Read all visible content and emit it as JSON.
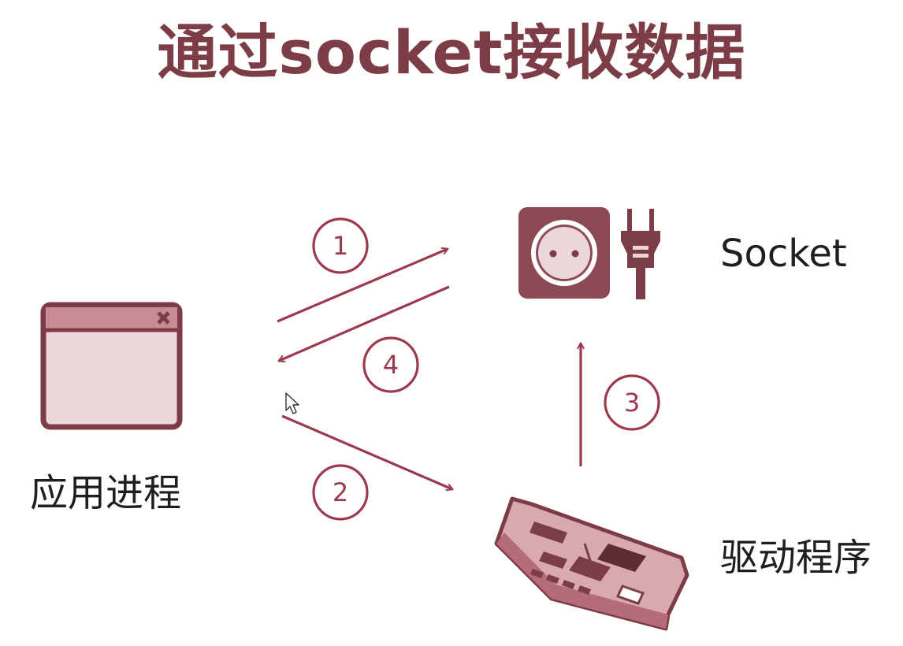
{
  "title": "通过socket接收数据",
  "colors": {
    "accent": "#9b3a4e",
    "accent_dark": "#7d3d47",
    "fill_light": "#ecd6d9",
    "fill_mid": "#d8a9b0",
    "text": "#1f1f1f"
  },
  "nodes": {
    "app_process": {
      "label": "应用进程",
      "icon": "application-window-icon"
    },
    "socket": {
      "label": "Socket",
      "icon": "power-socket-plug-icon"
    },
    "driver": {
      "label": "驱动程序",
      "icon": "network-card-icon"
    }
  },
  "steps": [
    {
      "number": "1",
      "from": "应用进程",
      "to": "Socket"
    },
    {
      "number": "2",
      "from": "应用进程",
      "to": "驱动程序"
    },
    {
      "number": "3",
      "from": "驱动程序",
      "to": "Socket"
    },
    {
      "number": "4",
      "from": "Socket",
      "to": "应用进程"
    }
  ]
}
